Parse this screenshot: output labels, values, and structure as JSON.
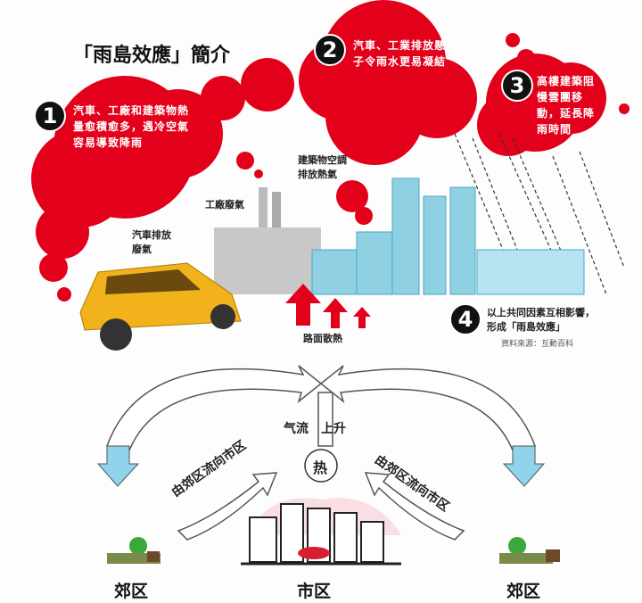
{
  "title": "「雨島效應」簡介",
  "points": [
    {
      "n": "1",
      "text": "汽車、工廠和建築物熱量愈積愈多，遇冷空氣容易導致降雨"
    },
    {
      "n": "2",
      "text": "汽車、工業排放懸浮粒子令雨水更易凝結"
    },
    {
      "n": "3",
      "text": "高樓建築阻慢雲團移動，延長降雨時間"
    },
    {
      "n": "4",
      "text": "以上共同因素互相影響，形成「雨島效應」"
    }
  ],
  "source": "資料來源：互動百科",
  "labels": {
    "building_ac": "建築物空調排放熱氣",
    "factory": "工廠廢氣",
    "car": "汽車排放廢氣",
    "road": "路面散熱"
  },
  "bottom": {
    "airflow": "气流　上升",
    "heat": "热",
    "flow_left": "由郊区流向市区",
    "flow_right": "由郊区流向市区",
    "suburb_left": "郊区",
    "city": "市区",
    "suburb_right": "郊区"
  },
  "colors": {
    "cloud": "#e3001b",
    "building": "#7cc7dc",
    "car": "#f2b21c"
  }
}
